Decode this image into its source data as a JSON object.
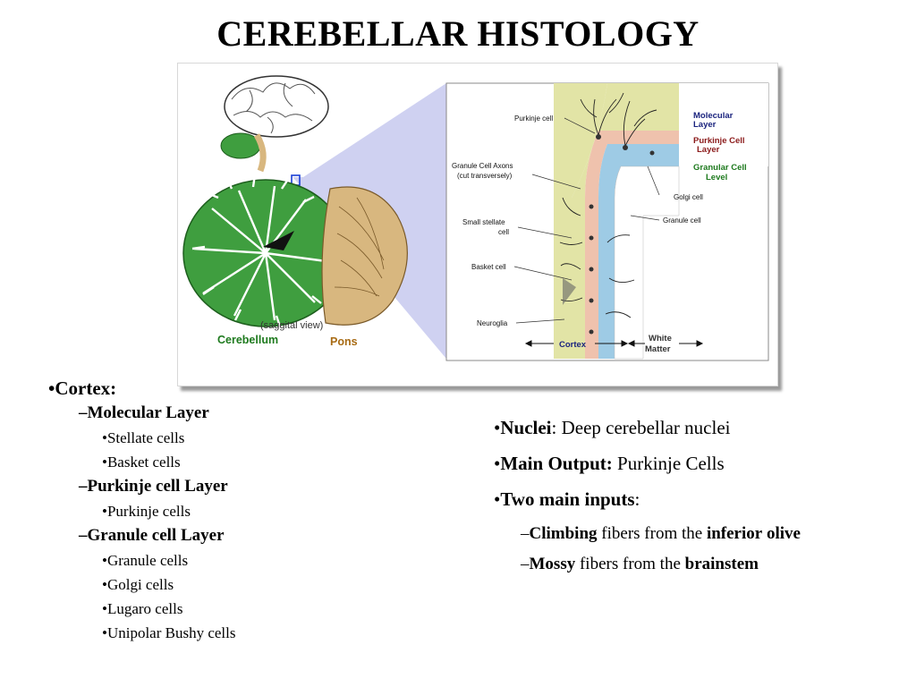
{
  "title": "CEREBELLAR HISTOLOGY",
  "figure": {
    "labels": {
      "purkinje_cell": "Purkinje cell",
      "granule_axons_1": "Granule Cell Axons",
      "granule_axons_2": "(cut transversely)",
      "small_stellate_1": "Small stellate",
      "small_stellate_2": "cell",
      "basket_cell": "Basket cell",
      "neuroglia": "Neuroglia",
      "molecular_layer_1": "Molecular",
      "molecular_layer_2": "Layer",
      "purkinje_layer_1": "Purkinje Cell",
      "purkinje_layer_2": "Layer",
      "granular_layer_1": "Granular Cell",
      "granular_layer_2": "Level",
      "golgi_cell": "Golgi cell",
      "granule_cell": "Granule cell",
      "cortex": "Cortex",
      "white_matter_1": "White",
      "white_matter_2": "Matter",
      "saggital_view": "(saggital view)",
      "cerebellum": "Cerebellum",
      "pons": "Pons"
    },
    "colors": {
      "molecular": "#e2e4a6",
      "purkinje": "#efc2ad",
      "granular": "#9ecbe5",
      "cerebellum": "#3f9e3f",
      "pons": "#d8b77f",
      "projection": "#c7c9ee",
      "label_navy": "#1a237e",
      "label_red": "#8b1a1a",
      "label_green": "#1e7a1e"
    }
  },
  "left": {
    "cortex": "Cortex:",
    "molecular_layer": "Molecular Layer",
    "molecular_items": [
      "Stellate cells",
      "Basket cells"
    ],
    "purkinje_layer": "Purkinje cell Layer",
    "purkinje_items": [
      "Purkinje cells"
    ],
    "granule_layer": "Granule cell Layer",
    "granule_items": [
      "Granule cells",
      "Golgi cells",
      "Lugaro cells",
      "Unipolar Bushy cells"
    ]
  },
  "right": {
    "nuclei_label": "Nuclei",
    "nuclei_text": ": Deep cerebellar nuclei",
    "output_label": "Main Output:",
    "output_text": " Purkinje Cells",
    "inputs_label": "Two main inputs",
    "inputs_text": ":",
    "climbing_bold": "Climbing",
    "climbing_text": " fibers from the ",
    "climbing_src_1": "inferior",
    "climbing_src_2": "olive",
    "mossy_bold": "Mossy",
    "mossy_text": " fibers from the ",
    "mossy_src": "brainstem"
  }
}
